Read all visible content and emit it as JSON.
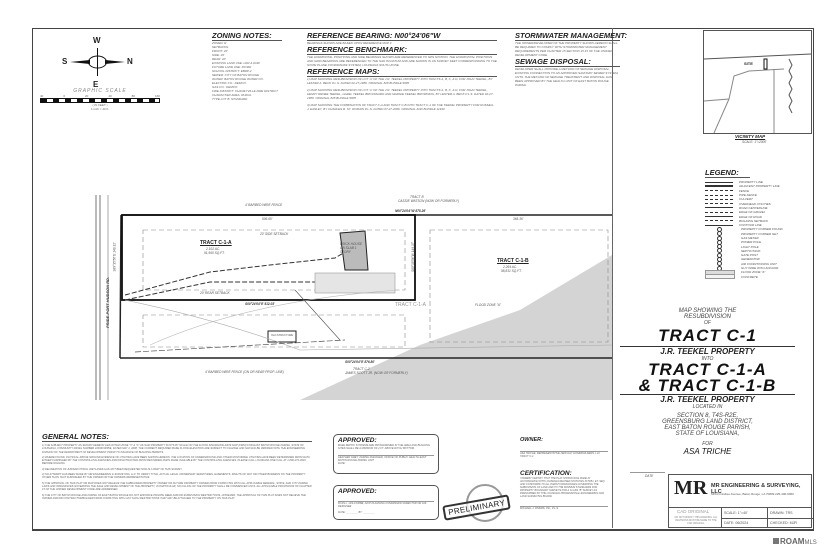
{
  "north_arrow": {
    "n": "N",
    "s": "S",
    "e": "E",
    "w": "W"
  },
  "graphic_scale": {
    "title": "GRAPHIC SCALE",
    "ticks": [
      "40",
      "0",
      "20",
      "40",
      "80",
      "160"
    ],
    "units": "( IN FEET )",
    "ratio": "1 inch = 40 ft."
  },
  "zoning_notes": {
    "title": "ZONING NOTES:",
    "lines": [
      "ZONED: R",
      "SETBACKS:",
      "FRONT: 20'",
      "SIDE: 20'",
      "REAR: 20'",
      "EXISTING LAND USE: LDR & DNR",
      "FUTURE LAND USE: RC/RD",
      "SCHOOL DISTRICT: EBRP-2",
      "SEWER: CITY OF BATON ROUGE",
      "WATER: BATON ROUGE WATER CO.",
      "ELECTRIC CO.: DEMCO",
      "GAS CO.: DEMCO",
      "FIRE DISTRICT: CHANEYVILLE FIRE DISTRICT",
      "CHARACTER AREA: RURAL",
      "TYPE LOT B: STANDARD"
    ]
  },
  "reference_bearing": {
    "title": "REFERENCE BEARING: N00°24'06\"W",
    "text": "BEARINGS SHOWN ARE BASED UPON REFERENCE MAP 3."
  },
  "reference_benchmark": {
    "title": "REFERENCE BENCHMARK:",
    "text": "THE HORIZONTAL POSITIONS AND SIDE BEARINGS SHOWN ARE REFERENCED TO GPS STATION. THE HORIZONTAL POSITIONS AND GRID BEARINGS ARE REFERENCED TO THE NAD 83 DATUM AND ARE SHOWN IN US SURVEY FEET CORRESPONDING TO THE STATE PLANE COORDINATE SYSTEM, LOUISIANA SOUTH ZONE."
  },
  "reference_maps": {
    "title": "REFERENCE MAPS:",
    "items": [
      "1) MAP SHOWING RESUBDIVISION OF LOT 'A' OF THE J.R. TEEKEL PROPERTY INTO TRACTS A, B, C, & D, FOR JOHN TEEKEL, BY LESTER A. BECK P.L.S. DATED 02-27-1986. ORIGINAL 828 BUNDLE 9805",
      "2) MAP SHOWING RESUBDIVISION OF LOT 'A' OF THE J.R. TEEKEL PROPERTY INTO TRACTS A, B, C, & D, FOR JOHN TEEKEL, HENRY RENEE TEEKEL, HAZEL TEEKEL BROUSSARD AND MARGIE TEEKEL BROWNING, BY LESTER A. BECK P.L.S. DATED 02-27-1986. ORIGINAL 828 BUNDLE 9805",
      "3) MAP SHOWING THE COMBINATION OF TRACT C-A AND TRACT C-B INTO TRACT C-1 OF THE TEEKEL PROPERTY FOR RUSSELL J. EASLEY, BY CHARLES R. ST. ROMAIN P.L.S. DATED 07-27-2006. ORIGINAL AND BUNDLE 11940"
    ]
  },
  "stormwater": {
    "title": "STORMWATER MANAGEMENT:",
    "text": "THE OWNER/DEVELOPER OF THE PROPERTY SHOWN HEREON SHALL BE REQUIRED TO COMPLY WITH STORMWATER MANAGEMENT REQUIREMENTS PER CHAPTER 15 SECTION 15.15 OF THE UNIFIED DEVELOPMENT CODE."
  },
  "sewage": {
    "title": "SEWAGE DISPOSAL:",
    "text": "DEVELOPER SHALL PROVIDE A METHOD OF SEWAGE DISPOSAL. EXISTING CONNECTION TO AN APPROVED SANITARY SEWER SYSTEM, UNTIL THE METHOD OF SEWAGE TREATMENT AND DISPOSAL HAS BEEN APPROVED BY THE HEALTH UNIT OF EAST BATON ROUGE PARISH."
  },
  "vicinity_map": {
    "title": "VICINITY MAP",
    "scale": "SCALE: 1\"=2000'",
    "site": "SITE"
  },
  "legend": {
    "title": "LEGEND:",
    "items": [
      "PROPERTY LINE",
      "ADJACENT PROPERTY LINE",
      "FENCE",
      "PIPE FENCE",
      "CULVERT",
      "OVERHEAD UTILITIES",
      "ROAD CENTERLINE",
      "EDGE OF GRAVEL",
      "EDGE OF ROAD",
      "BUILDING SETBACK",
      "CONTOUR LINE",
      "PROPERTY CORNER FOUND",
      "PROPERTY CORNER SET",
      "GAS METER",
      "POWER POLE",
      "LIGHT POLE",
      "SEPTIC/TANK",
      "GATE POST",
      "GENERATOR",
      "AIR CONDITIONING UNIT",
      "GUY WIRE WITH ANCHOR",
      "FLOOD ZONE \"A\"",
      "CONCRETE"
    ]
  },
  "plat": {
    "road": "PRIDE-PORT HUDSON RD.",
    "tract_a": {
      "name": "TRACT C-1-A",
      "area": "2.102 AC.",
      "sqft": "91,560 SQ.FT."
    },
    "tract_b": {
      "name": "TRACT C-1-B",
      "area": "2.269 AC.",
      "sqft": "98,831 SQ.FT."
    },
    "top_bearing": "N00°24'04\"W 875.26'",
    "mid_bearing": "S00°24'04\"E 512.03'",
    "bottom_bearing": "S00°24'04\"E 876.80'",
    "left_a": "S89°35'56\"E 149.31'",
    "right_a": "S89°35'56\"W 149.37'",
    "dim_top_a": "506.60'",
    "dim_top_b": "365.36'",
    "adj_top": "TRACT B",
    "adj_top_owner": "CASSIE WATSON (NOW OR FORMERLY)",
    "adj_bottom": "TRACT C-2",
    "adj_bottom_owner": "JAMES SCOTT JR. (NOW OR FORMERLY)",
    "old_line": "TRACT C-1-A",
    "house": "BRICK HOUSE ON SLAB 1 STORY",
    "fence_note": "4' BARBED WIRE FENCE",
    "fence_note2": "4' BARBED WIRE FENCE (ON OR NEAR PROP. LINE)",
    "setback_front": "20' SIDE SETBACK",
    "setback_rear": "20' REAR SETBACK",
    "flood": "FLOOD ZONE \"A\"",
    "structure": "OLD STRUCTURE"
  },
  "title_block": {
    "l1": "MAP SHOWING THE",
    "l2": "RESUBDIVISION",
    "l3": "OF",
    "tract": "TRACT C-1",
    "prop": "J.R. TEEKEL PROPERTY",
    "into": "INTO",
    "tract2a": "TRACT C-1-A",
    "tract2b": "& TRACT C-1-B",
    "prop2": "J.R. TEEKEL PROPERTY",
    "located": "LOCATED IN",
    "loc1": "SECTION 8, T4S-R2E,",
    "loc2": "GREENSBURG LAND DISTRICT,",
    "loc3": "EAST BATON ROUGE PARISH,",
    "loc4": "STATE OF LOUISIANA,",
    "for": "FOR",
    "client": "ASA TRICHE",
    "date_label": "DATE"
  },
  "general_notes": {
    "title": "GENERAL NOTES:",
    "items": [
      "1) THE SUBJECT PROPERTY AS SHOWN HEREON LIES WITHIN ZONE \"X\" & \"A\" AS SAID PROPERTY PLOTS BY SCALE ON THE FLOOD INSURANCE RATE MAP (FIRM) FOR EAST BATON ROUGE PARISH, STATE OF LOUISIANA, COMMUNITY-PANEL NUMBER 22033C0095E, DATED MAY 2, 2008. THE CURRENT REQUIRED BASE FLOOD ELEVATION ARE SUBJECT TO CHANGE AND SHOULD BE VERIFIED WITH THE ENGINEERING DIVISION OF THE DEPARTMENT OF DEVELOPMENT PRIOR TO ISSUANCE OF BUILDING PERMITS.",
      "2) WHERE FOUND, PHYSICAL ABOVE GROUND EVIDENCE OF UTILITIES HAVE BEEN SHOWN HEREON. THE LOCATION OF UNDERGROUND AND OTHER NONVISIBLE UTILITIES HAVE BEEN DETERMINED FROM DATA EITHER FURNISHED BY THE CONTROLLING AGENCIES AND/OR EXTRACTED FROM RECORDED MAPS MADE AVAILABLE BY THE CONTROLLING AGENCIES. PLEASE CALL LOUISIANA ONE CALL AT 1-800-272-3020 BEFORE DIGGING.",
      "3) DELINEATION OF JURISDICTIONAL WETLANDS HAS NOT BEEN REQUESTED NOR IS A PART OF THIS SURVEY.",
      "4) NO ATTEMPT HAS BEEN MADE BY MR ENGINEERING & SURVEYING, LLC TO VERIFY TITLE, ACTUAL LEGAL OWNERSHIP, SERVITUDES, EASEMENTS, RIGHTS OF WAY OR OTHER BURDENS ON THE PROPERTY OTHER THAN THAT FURNISHED BY THE OWNER OR THE OWNERS REPRESENTATIVE.",
      "5) THE APPROVAL OF THIS PLAT OR MAP DOES NOT RELIEVE THE SUBDIVIDER PROPERTY OWNER OR FUTURE PROPERTY OWNER FROM COMPLYING WITH ALL APPLICABLE FEDERAL, STATE, AND CITY-PARISH LAWS AND ORDINANCES GOVERNING THE SALE AND DEVELOPMENT OF THE PROPERTY, IN PARTICULAR, NO FILLING OF THE PROPERTY SHALL BE COMMENCED UNTIL ALL APPLICABLE PROVISIONS OF CHAPTER 15 OF THE UNIFIED DEVELOPMENT CODE ARE ADDRESSED.",
      "6) THE CITY OF BATON ROUGE AND PARISH OF EAST BATON ROUGE DO NOT ENFORCE PRIVATE DEED AND/OR SUBDIVISION RESTRICTIONS. HOWEVER, THE APPROVAL OF THIS PLAT DOES NOT RELIEVE THE OWNER AND/OR CONTRACTOR/BUILDER FROM COMPLYING WITH ANY SUCH RESTRICTIONS THAT MAY BE ATTACHED TO THE PROPERTY ON THIS PLAT."
    ]
  },
  "approved1": {
    "title": "APPROVED:",
    "text": "BASE SEPTIC SYSTEMS ARE PROGRAMMED IN THE AREA AND BUILDING SITES SHALL BE A MINIMUM OF 2 FT. ABOVE DITCH BOTTOM.",
    "signer": "HEATHER GREY, PARISH MANAGER, OFFICE OF PUBLIC HEALTH EAST BATON ROUGE PARISH UNIT",
    "date": "DATE:"
  },
  "approved2": {
    "title": "APPROVED:",
    "signer": "RYAN L. HOLCOMBE, AICP PLANNING COMMISSION DIRECTOR OR HIS DESIGNEE",
    "date": "DATE:",
    "by": "BY:"
  },
  "owner": {
    "title": "OWNER:",
    "text": "ASA TRICHE, REPRESENTATIVE NEW DAY HOMEBUILDERS, LLC TRACT C-1"
  },
  "certification": {
    "title": "CERTIFICATION:",
    "text": "I HEREBY CERTIFY THAT THE PLAT SHOWN WAS MADE IN ACCORDANCE WITH LOUISIANA REVISED STATUTES 33:5051, ET. SEQ. AND CONFORMS TO ALL PARISH ORDINANCES GOVERNING THE SUBDIVISION OF LAND AND TO THE MINIMUM STANDARDS FOR PROPERTY BOUNDARY SURVEYS FOR A CLASS \"B\" SURVEY AS PRESCRIBED BY THE LOUISIANA PROFESSIONAL ENGINEERING AND LAND SURVEYING BOARD.",
    "signer": "MICHAEL J. RIVERS, P.E., P.L.S."
  },
  "stamp": {
    "text": "PRELIMINARY"
  },
  "firm": {
    "logo": "MR",
    "name": "MR ENGINEERING & SURVEYING, LLC",
    "address": "5454 Innisfree Avenue, Baton Rouge, LA 70809 225-400-9060"
  },
  "cad": {
    "title": "CAD ORIGINAL",
    "text": "DO NOT MODIFY THIS DRAWING. ALL REVISIONS MUST BE MADE TO THE CAD ORIGINAL."
  },
  "meta": {
    "scale": "SCALE: 1\"=40'",
    "date": "DATE: 06/2024",
    "drawn": "DRAWN: TRS",
    "checked": "CHECKED: MJR"
  },
  "watermark": {
    "brand": "ROAM",
    "suffix": "MLS"
  }
}
